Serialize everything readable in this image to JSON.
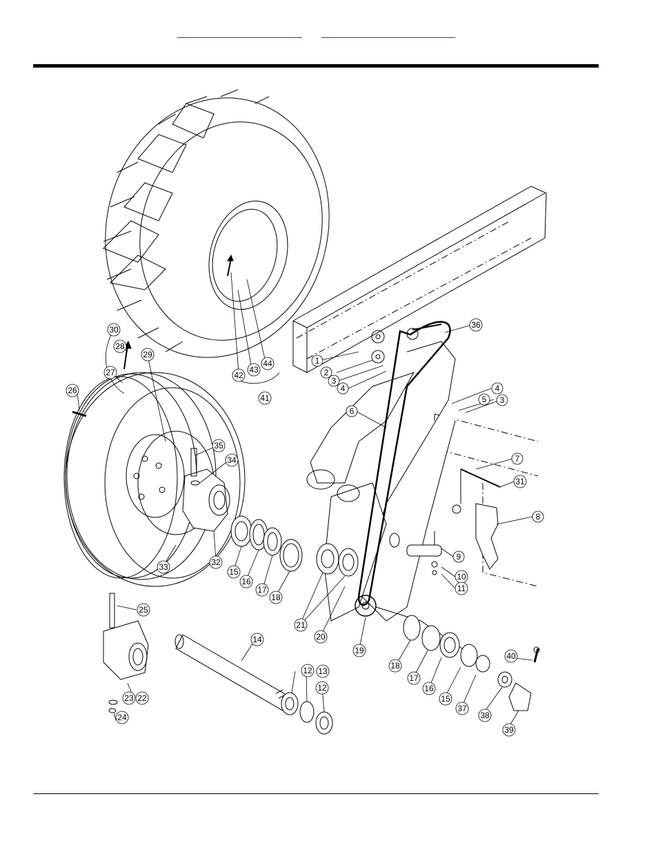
{
  "header": {
    "links": [
      {
        "label": ""
      },
      {
        "label": ""
      }
    ]
  },
  "figure": {
    "callouts": [
      {
        "n": "1"
      },
      {
        "n": "2"
      },
      {
        "n": "3"
      },
      {
        "n": "4"
      },
      {
        "n": "36"
      },
      {
        "n": "4"
      },
      {
        "n": "5"
      },
      {
        "n": "3"
      },
      {
        "n": "6"
      },
      {
        "n": "7"
      },
      {
        "n": "31"
      },
      {
        "n": "8"
      },
      {
        "n": "9"
      },
      {
        "n": "10"
      },
      {
        "n": "11"
      },
      {
        "n": "30"
      },
      {
        "n": "28"
      },
      {
        "n": "29"
      },
      {
        "n": "27"
      },
      {
        "n": "26"
      },
      {
        "n": "42"
      },
      {
        "n": "43"
      },
      {
        "n": "44"
      },
      {
        "n": "41"
      },
      {
        "n": "35"
      },
      {
        "n": "34"
      },
      {
        "n": "33"
      },
      {
        "n": "32"
      },
      {
        "n": "15"
      },
      {
        "n": "16"
      },
      {
        "n": "17"
      },
      {
        "n": "18"
      },
      {
        "n": "21"
      },
      {
        "n": "20"
      },
      {
        "n": "19"
      },
      {
        "n": "25"
      },
      {
        "n": "14"
      },
      {
        "n": "23"
      },
      {
        "n": "22"
      },
      {
        "n": "24"
      },
      {
        "n": "12"
      },
      {
        "n": "13"
      },
      {
        "n": "12"
      },
      {
        "n": "18"
      },
      {
        "n": "17"
      },
      {
        "n": "16"
      },
      {
        "n": "15"
      },
      {
        "n": "37"
      },
      {
        "n": "40"
      },
      {
        "n": "38"
      },
      {
        "n": "39"
      }
    ]
  }
}
